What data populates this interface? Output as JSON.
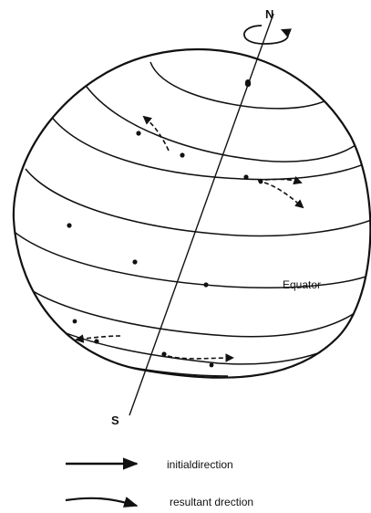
{
  "labels": {
    "north": "N",
    "south": "S",
    "equator": "Equator"
  },
  "legend": [
    {
      "style": "solid-straight",
      "label": "initialdirection"
    },
    {
      "style": "curved-dashed",
      "label": "resultant drection"
    }
  ]
}
